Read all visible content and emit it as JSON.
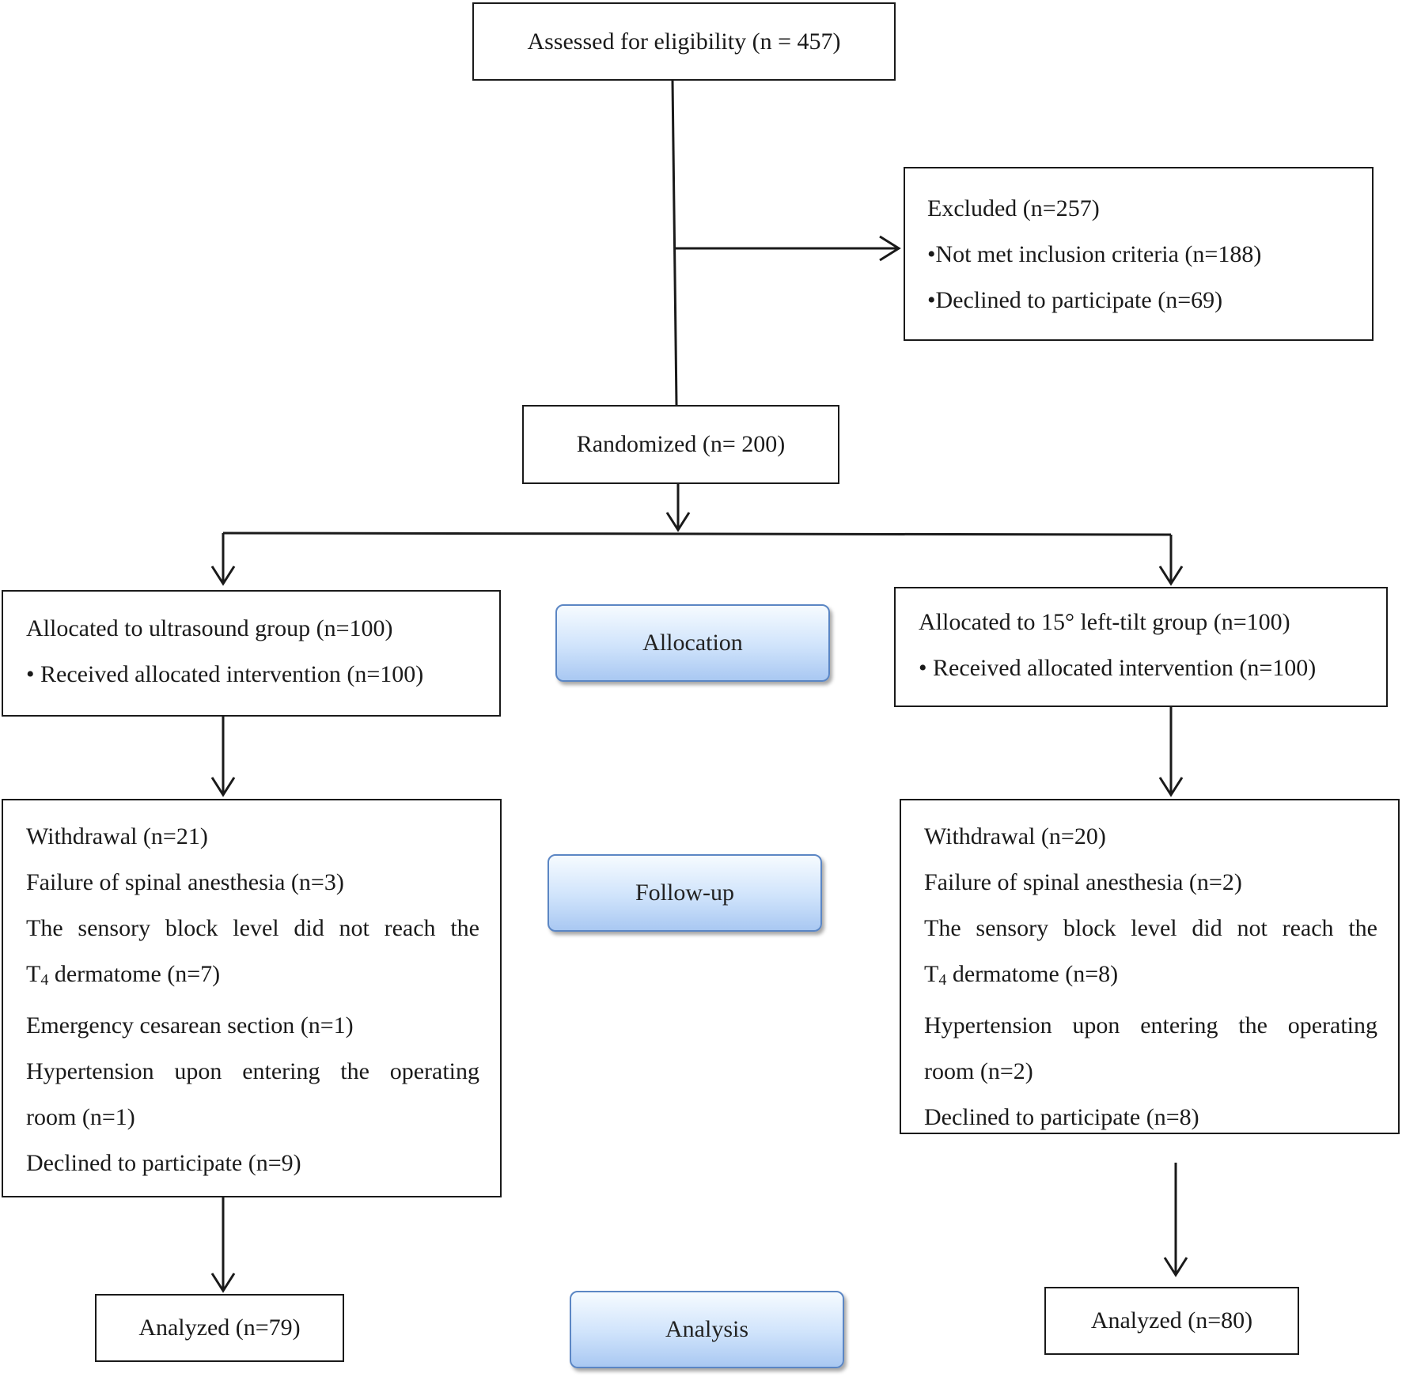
{
  "assessed": "Assessed for eligibility (n = 457)",
  "excluded": {
    "title": "Excluded (n=257)",
    "items": [
      "•Not met inclusion criteria (n=188)",
      "•Declined to participate (n=69)"
    ]
  },
  "randomized": "Randomized (n= 200)",
  "phases": {
    "allocation": "Allocation",
    "followup": "Follow-up",
    "analysis": "Analysis"
  },
  "left": {
    "allocated": "Allocated to ultrasound group (n=100)",
    "received": "• Received allocated intervention (n=100)",
    "withdrawal": "Withdrawal (n=21)",
    "failure": "Failure of spinal anesthesia (n=3)",
    "sensory_1": "The sensory block level did not reach the",
    "sensory_2_prefix": "T",
    "sensory_2_sub": "4",
    "sensory_2_rest": " dermatome (n=7)",
    "emergency": "Emergency cesarean section (n=1)",
    "hypertension_1": "Hypertension upon entering the operating",
    "hypertension_2": "room (n=1)",
    "declined": "Declined to participate (n=9)",
    "analyzed": "Analyzed (n=79)"
  },
  "right": {
    "allocated": "Allocated to 15° left-tilt group (n=100)",
    "received": "• Received allocated intervention (n=100)",
    "withdrawal": "Withdrawal (n=20)",
    "failure": "Failure of spinal anesthesia (n=2)",
    "sensory_1": "The sensory block level did not reach the",
    "sensory_2_prefix": "T",
    "sensory_2_sub": "4",
    "sensory_2_rest": " dermatome (n=8)",
    "hypertension_1": "Hypertension upon entering the operating",
    "hypertension_2": "room (n=2)",
    "declined": "Declined to participate (n=8)",
    "analyzed": "Analyzed (n=80)"
  }
}
